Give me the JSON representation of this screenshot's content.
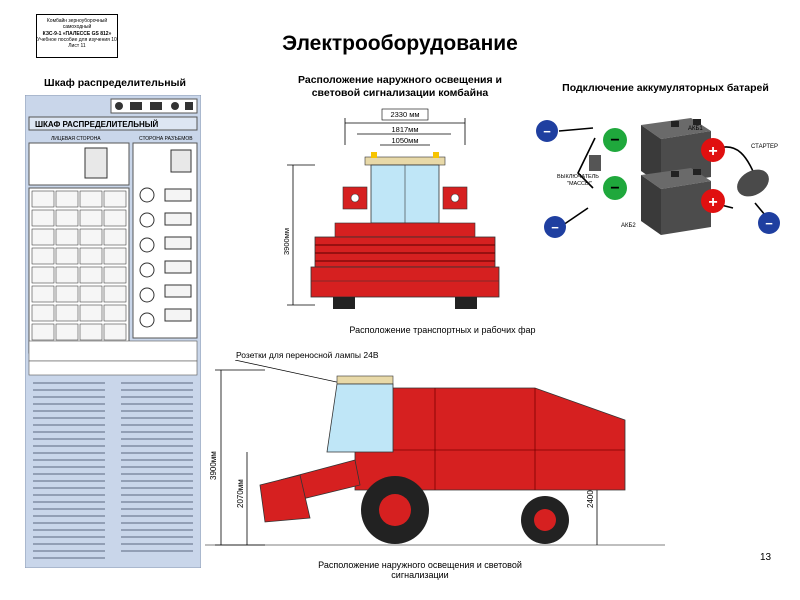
{
  "stamp": {
    "line1": "Комбайн зерноуборочный",
    "line2": "самоходный",
    "line3": "КЗС-9-1 «ПАЛЕССЕ GS 812»",
    "line4": "Учебное пособие для изучения 10 плакатов",
    "line5": "Лист 11"
  },
  "page": {
    "title": "Электрооборудование",
    "page_number": "13"
  },
  "sections": {
    "cabinet_title": "Шкаф распределительный",
    "lighting_title_line1": "Расположение наружного освещения и",
    "lighting_title_line2": "световой сигнализации комбайна",
    "battery_title": "Подключение аккумуляторных батарей",
    "front_caption": "Расположение транспортных и рабочих фар",
    "side_caption": "Расположение наружного освещения и световой сигнализации"
  },
  "cabinet": {
    "panel_title": "ШКАФ РАСПРЕДЕЛИТЕЛЬНЫЙ",
    "face_side": "ЛИЦЕВАЯ СТОРОНА",
    "connector_side": "СТОРОНА РАЗЪЕМОВ"
  },
  "front_view": {
    "dim_2330": "2330 мм",
    "dim_1817": "1817мм",
    "dim_1050": "1050мм",
    "dim_3900": "3900мм"
  },
  "side_view": {
    "socket_label": "Розетки для переносной лампы 24В",
    "dim_3900": "3900мм",
    "dim_2070": "2070мм",
    "dim_2400": "2400мм"
  },
  "battery": {
    "akb1": "АКБ1",
    "akb2": "АКБ2",
    "starter": "СТАРТЕР",
    "switch_line1": "ВЫКЛЮЧАТЕЛЬ",
    "switch_line2": "\"МАССЫ\"",
    "plus": "+",
    "minus": "−"
  }
}
